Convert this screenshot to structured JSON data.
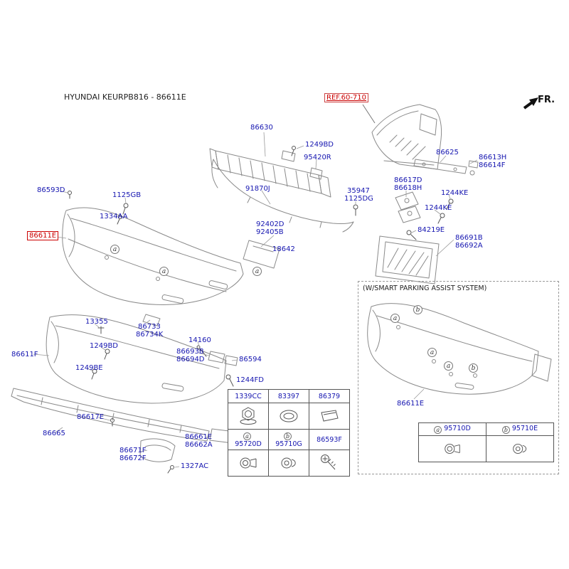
{
  "header": {
    "title": "HYUNDAI KEURPB816 - 86611E",
    "fr_label": "FR.",
    "ref_link": "REF.60-710"
  },
  "colors": {
    "part_link_blue": "#1515b0",
    "highlight_red": "#cc0000",
    "drawing_line": "#8a8a8a"
  },
  "callouts": {
    "a": "a",
    "b": "b"
  },
  "parts": {
    "p86630": "86630",
    "p1249BD_top": "1249BD",
    "p95420R": "95420R",
    "p91870J": "91870J",
    "p86593D": "86593D",
    "p1125GB": "1125GB",
    "p1334AA": "1334AA",
    "p86611E": "86611E",
    "p92402D": "92402D",
    "p92405B": "92405B",
    "p18642": "18642",
    "p35947": "35947",
    "p1125DG": "1125DG",
    "p86617D": "86617D",
    "p86618H": "86618H",
    "p86625": "86625",
    "p86613H": "86613H",
    "p86614F": "86614F",
    "p1244KE_a": "1244KE",
    "p1244KE_b": "1244KE",
    "p84219E": "84219E",
    "p86691B": "86691B",
    "p86692A": "86692A",
    "p13355": "13355",
    "p86733": "86733",
    "p86734K": "86734K",
    "p1249BD_low": "1249BD",
    "p86611F": "86611F",
    "p1249BE": "1249BE",
    "p14160": "14160",
    "p86693B": "86693B",
    "p86694D": "86694D",
    "p86594": "86594",
    "p1244FD": "1244FD",
    "p86617E": "86617E",
    "p86665": "86665",
    "p86661E": "86661E",
    "p86662A": "86662A",
    "p86671F": "86671F",
    "p86672F": "86672F",
    "p1327AC": "1327AC"
  },
  "bottom_table": {
    "headers": [
      "1339CC",
      "83397",
      "86379"
    ],
    "codes": [
      {
        "prefix": "a",
        "code": "95720D"
      },
      {
        "prefix": "b",
        "code": "95710G"
      },
      {
        "prefix": "",
        "code": "86593F"
      }
    ]
  },
  "smart_box": {
    "title": "(W/SMART PARKING ASSIST SYSTEM)",
    "bumper_label": "86611E",
    "codes": [
      {
        "prefix": "a",
        "code": "95710D"
      },
      {
        "prefix": "b",
        "code": "95710E"
      }
    ]
  }
}
